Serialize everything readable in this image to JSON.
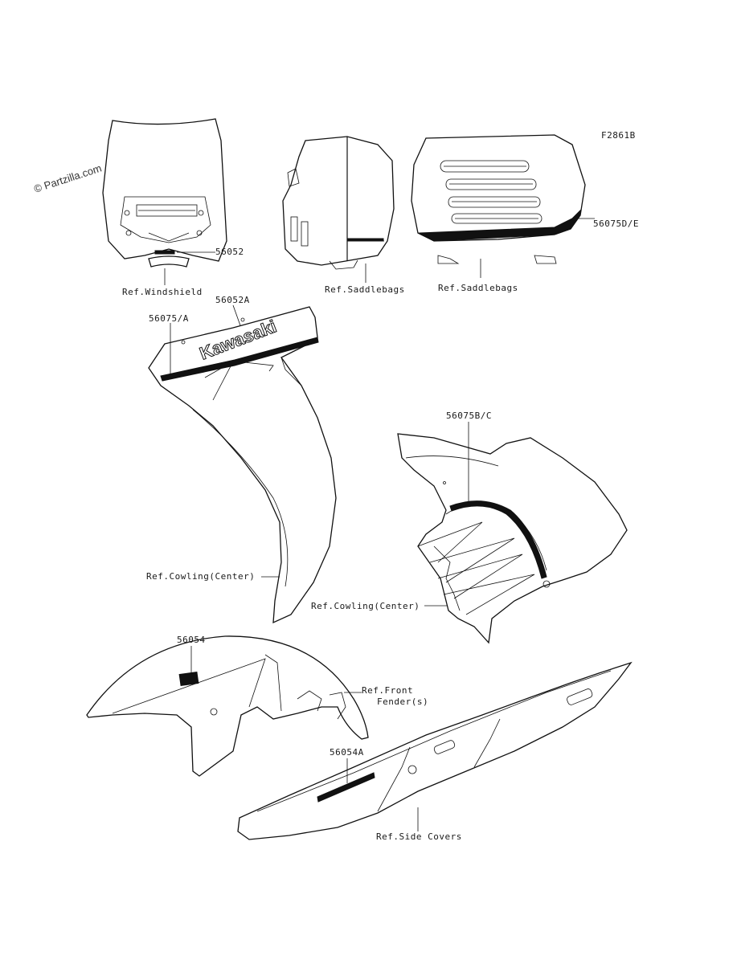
{
  "watermark": "© Partzilla.com",
  "figure_code": "F2861B",
  "callouts": {
    "part_56052": "56052",
    "part_56052A": "56052A",
    "part_56075A": "56075/A",
    "part_56075BC": "56075B/C",
    "part_56075DE": "56075D/E",
    "part_56054": "56054",
    "part_56054A": "56054A"
  },
  "refs": {
    "windshield": "Ref.Windshield",
    "saddlebags_left": "Ref.Saddlebags",
    "saddlebags_right": "Ref.Saddlebags",
    "cowling_left": "Ref.Cowling(Center)",
    "cowling_right": "Ref.Cowling(Center)",
    "front_fender_line1": "Ref.Front",
    "front_fender_line2": "Fender(s)",
    "side_covers": "Ref.Side Covers"
  },
  "decal_texts": {
    "kawasaki": "Kawasaki"
  },
  "colors": {
    "line": "#111111",
    "background": "#ffffff"
  }
}
